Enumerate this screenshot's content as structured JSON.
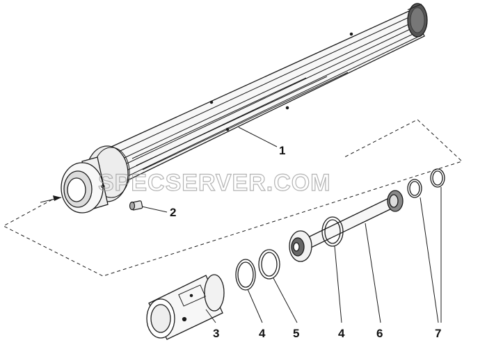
{
  "watermark": "SPECSERVER.COM",
  "callouts": [
    {
      "id": "1",
      "label": "1"
    },
    {
      "id": "2",
      "label": "2"
    },
    {
      "id": "3",
      "label": "3"
    },
    {
      "id": "4a",
      "label": "4"
    },
    {
      "id": "5",
      "label": "5"
    },
    {
      "id": "4b",
      "label": "4"
    },
    {
      "id": "6",
      "label": "6"
    },
    {
      "id": "7",
      "label": "7"
    }
  ],
  "colors": {
    "line": "#1a1a1a",
    "fill_light": "#f4f4f4",
    "fill_dark": "#555555"
  }
}
